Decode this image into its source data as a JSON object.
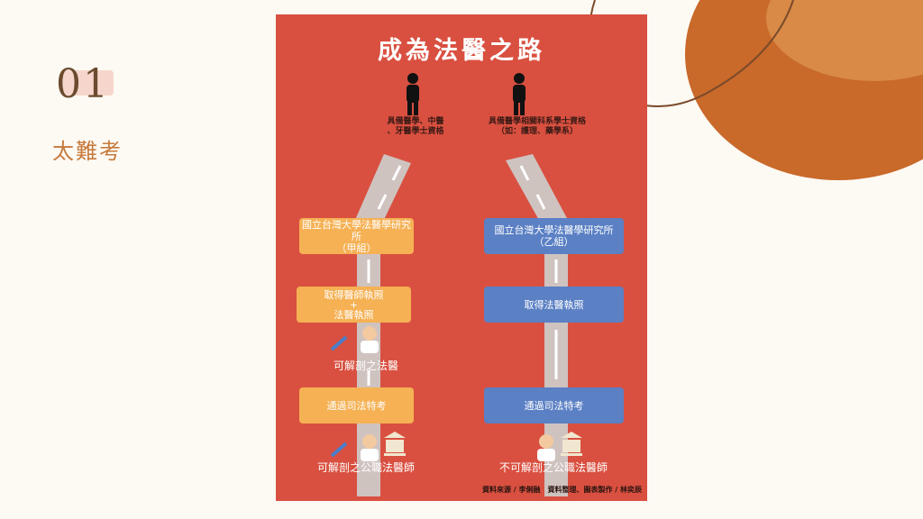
{
  "slide": {
    "number": "01",
    "subtitle": "太難考"
  },
  "poster": {
    "title": "成為法醫之路",
    "left": {
      "requirement": [
        "具備醫學、中醫",
        "、牙醫學士資格"
      ],
      "step1": [
        "國立台灣大學法醫學研究所",
        "（甲組）"
      ],
      "step2": [
        "取得醫師執照",
        "+",
        "法醫執照"
      ],
      "caption1": "可解剖之法醫",
      "step3": "通過司法特考",
      "caption2": "可解剖之公職法醫師"
    },
    "right": {
      "requirement": [
        "具備醫學相關科系學士資格",
        "（如：護理、藥學系）"
      ],
      "step1": [
        "國立台灣大學法醫學研究所",
        "（乙組）"
      ],
      "step2": "取得法醫執照",
      "step3": "通過司法特考",
      "caption2": "不可解剖之公職法醫師"
    },
    "source": "資料來源 / 李俐融　資料整理、圖表製作 / 林奕辰"
  },
  "colors": {
    "poster": "#d95040",
    "orange": "#f5b154",
    "blue": "#5b80c4",
    "road": "#cfc3c0"
  }
}
